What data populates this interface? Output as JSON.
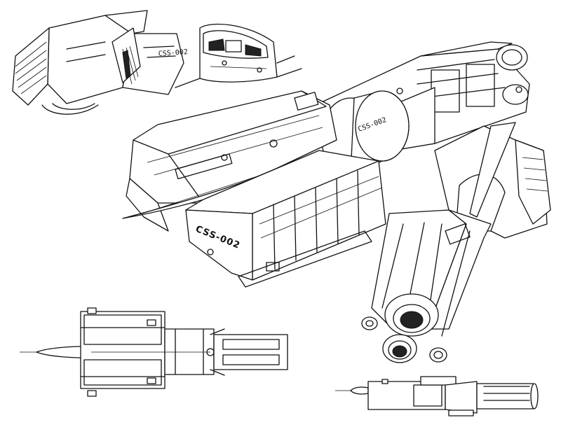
{
  "labels": {
    "tl_block": "CSS-002",
    "main_hull": "CSS-002",
    "main_block": "CSS-002"
  },
  "colors": {
    "ink": "#111111",
    "paper": "#ffffff"
  }
}
